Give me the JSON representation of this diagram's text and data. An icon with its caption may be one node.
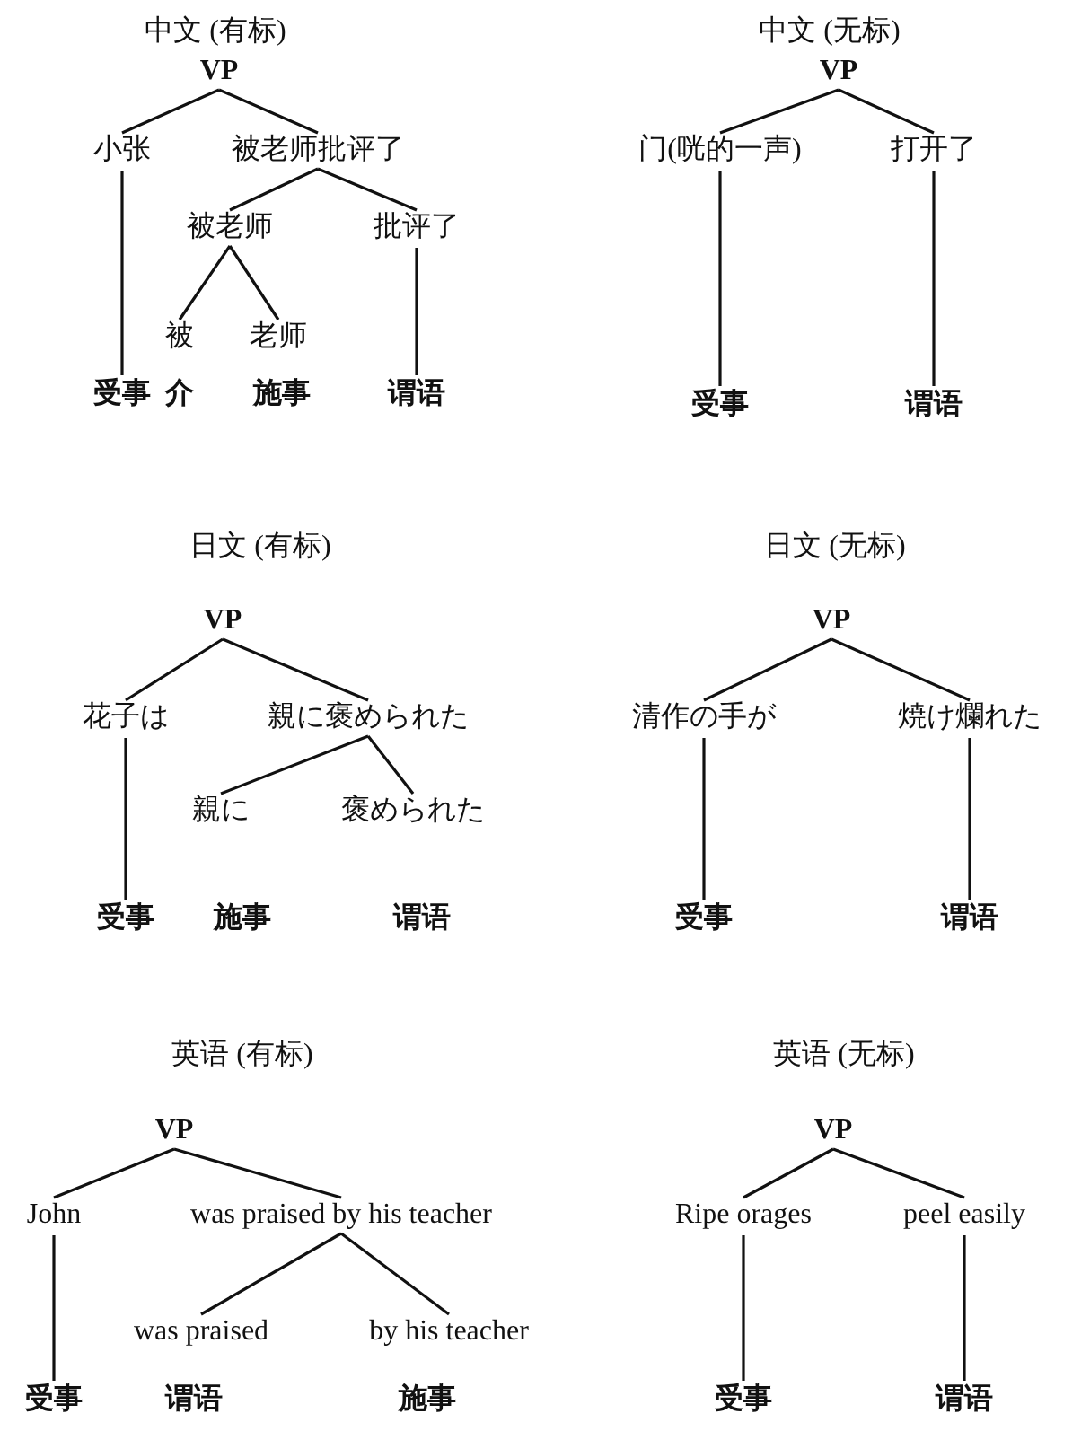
{
  "diagram": {
    "nodes": [
      {
        "text": [
          "VP"
        ]
      },
      {
        "text": [
          "小张"
        ]
      },
      {
        "text": [
          "被老师批评了"
        ]
      },
      {
        "text": [
          "被老师"
        ]
      },
      {
        "text": [
          "批评了"
        ]
      },
      {
        "text": [
          "被"
        ]
      },
      {
        "text": [
          "老师"
        ]
      },
      {
        "text": [
          "受事"
        ]
      },
      {
        "text": [
          "谓语"
        ]
      },
      {
        "text": [
          "VP"
        ]
      },
      {
        "text": [
          "门(咣的一声)"
        ]
      },
      {
        "text": [
          "打开了"
        ]
      },
      {
        "text": [
          "受事"
        ]
      },
      {
        "text": [
          "谓语"
        ]
      },
      {
        "text": [
          "VP"
        ]
      },
      {
        "text": [
          "花子は"
        ]
      },
      {
        "text": [
          "親に褒められた"
        ]
      },
      {
        "text": [
          "親に"
        ]
      },
      {
        "text": [
          "褒められた"
        ]
      },
      {
        "text": [
          "受事"
        ]
      },
      {
        "text": [
          "VP"
        ]
      },
      {
        "text": [
          "清作の手が"
        ]
      },
      {
        "text": [
          "焼け爛れた"
        ]
      },
      {
        "text": [
          "受事"
        ]
      },
      {
        "text": [
          "谓语"
        ]
      },
      {
        "text": [
          "VP"
        ]
      },
      {
        "text": [
          "John"
        ]
      },
      {
        "text": [
          "was praised by his teacher"
        ]
      },
      {
        "text": [
          "was praised"
        ]
      },
      {
        "text": [
          "by his teacher"
        ]
      },
      {
        "text": [
          "受事"
        ]
      },
      {
        "text": [
          "VP"
        ]
      },
      {
        "text": [
          "Ripe orages"
        ]
      },
      {
        "text": [
          "peel easily"
        ]
      },
      {
        "text": [
          "受事"
        ]
      },
      {
        "text": [
          "谓语"
        ]
      }
    ],
    "edges": [
      {
        "from": 0,
        "to": 1,
        "arrow": "none"
      },
      {
        "from": 0,
        "to": 2,
        "arrow": "none"
      },
      {
        "from": 2,
        "to": 3,
        "arrow": "none"
      },
      {
        "from": 2,
        "to": 4,
        "arrow": "none"
      },
      {
        "from": 3,
        "to": 5,
        "arrow": "none"
      },
      {
        "from": 3,
        "to": 6,
        "arrow": "none"
      },
      {
        "from": 1,
        "to": 7,
        "arrow": "none"
      },
      {
        "from": 4,
        "to": 8,
        "arrow": "none"
      },
      {
        "from": 9,
        "to": 10,
        "arrow": "none"
      },
      {
        "from": 9,
        "to": 11,
        "arrow": "none"
      },
      {
        "from": 10,
        "to": 12,
        "arrow": "none"
      },
      {
        "from": 11,
        "to": 13,
        "arrow": "none"
      },
      {
        "from": 14,
        "to": 15,
        "arrow": "none"
      },
      {
        "from": 14,
        "to": 16,
        "arrow": "none"
      },
      {
        "from": 16,
        "to": 17,
        "arrow": "none"
      },
      {
        "from": 16,
        "to": 18,
        "arrow": "none"
      },
      {
        "from": 15,
        "to": 19,
        "arrow": "none"
      },
      {
        "from": 20,
        "to": 21,
        "arrow": "none"
      },
      {
        "from": 20,
        "to": 22,
        "arrow": "none"
      },
      {
        "from": 21,
        "to": 23,
        "arrow": "none"
      },
      {
        "from": 22,
        "to": 24,
        "arrow": "none"
      },
      {
        "from": 25,
        "to": 26,
        "arrow": "none"
      },
      {
        "from": 25,
        "to": 27,
        "arrow": "none"
      },
      {
        "from": 27,
        "to": 28,
        "arrow": "none"
      },
      {
        "from": 27,
        "to": 29,
        "arrow": "none"
      },
      {
        "from": 26,
        "to": 30,
        "arrow": "none"
      },
      {
        "from": 31,
        "to": 32,
        "arrow": "none"
      },
      {
        "from": 31,
        "to": 33,
        "arrow": "none"
      },
      {
        "from": 32,
        "to": 34,
        "arrow": "none"
      },
      {
        "from": 33,
        "to": 35,
        "arrow": "none"
      }
    ],
    "labels": [
      "中文 (有标)",
      "介",
      "施事",
      "中文 (无标)",
      "日文 (有标)",
      "施事",
      "谓语",
      "日文 (无标)",
      "英语 (有标)",
      "谓语",
      "施事",
      "英语 (无标)"
    ]
  }
}
